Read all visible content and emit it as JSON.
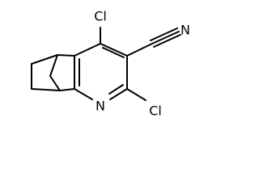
{
  "structure": {
    "atoms": {
      "cl_top": "Cl",
      "cl_bottom": "Cl",
      "nitrogen": "N",
      "nitrile_n": "N"
    },
    "colors": {
      "bond": "#000000",
      "label": "#000000",
      "background": "#ffffff"
    }
  }
}
